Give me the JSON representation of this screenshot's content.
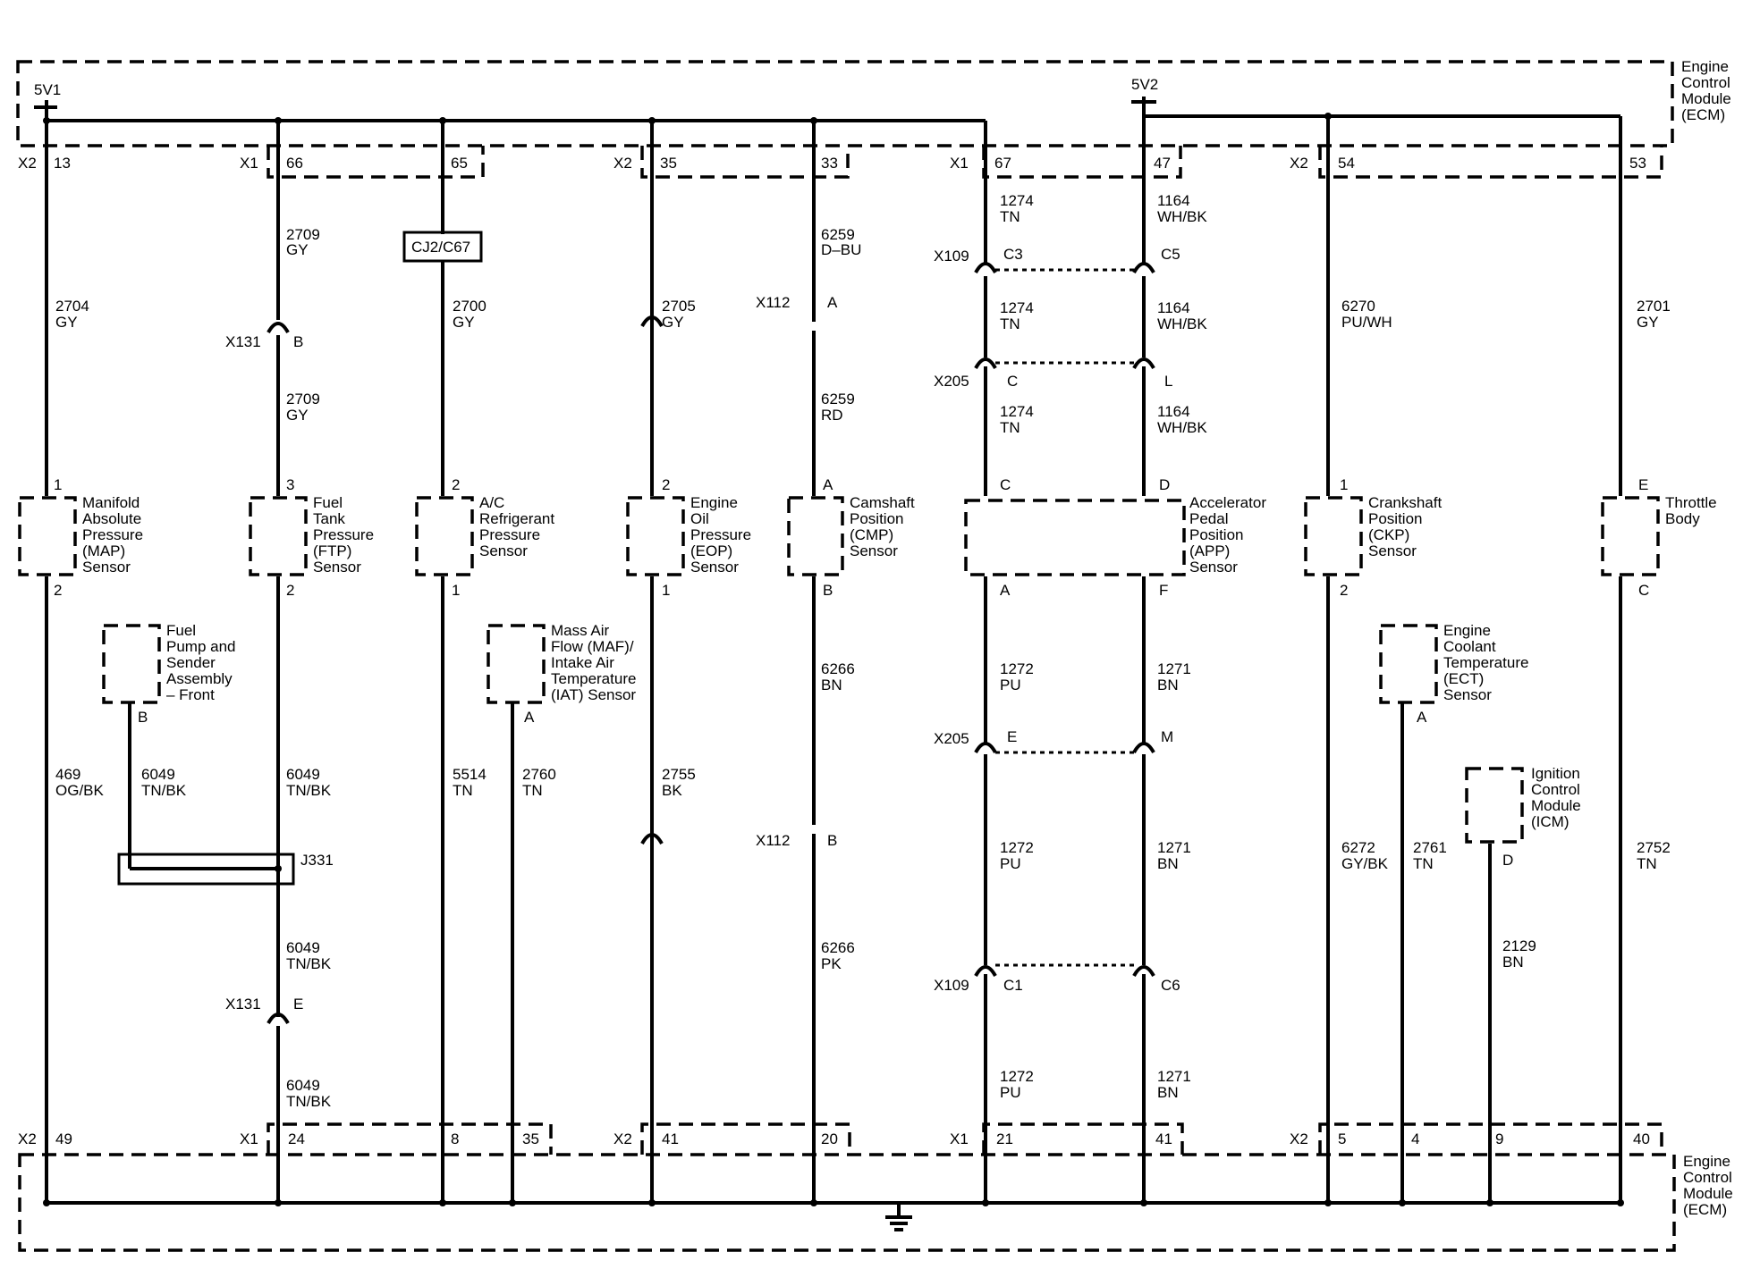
{
  "ecm": {
    "label_top": [
      "Engine",
      "Control",
      "Module",
      "(ECM)"
    ],
    "label_bottom": [
      "Engine",
      "Control",
      "Module",
      "(ECM)"
    ]
  },
  "supplies": {
    "v1": "5V1",
    "v2": "5V2"
  },
  "top_pins": [
    {
      "conn": "X2",
      "pin": "13"
    },
    {
      "conn": "X1",
      "pin": "66"
    },
    {
      "conn": "",
      "pin": "65"
    },
    {
      "conn": "X2",
      "pin": "35"
    },
    {
      "conn": "",
      "pin": "33"
    },
    {
      "conn": "X1",
      "pin": "67"
    },
    {
      "conn": "",
      "pin": "47"
    },
    {
      "conn": "X2",
      "pin": "54"
    },
    {
      "conn": "",
      "pin": "53"
    }
  ],
  "bottom_pins": [
    {
      "conn": "X2",
      "pin": "49"
    },
    {
      "conn": "X1",
      "pin": "24"
    },
    {
      "conn": "",
      "pin": "8"
    },
    {
      "conn": "",
      "pin": "35"
    },
    {
      "conn": "X2",
      "pin": "41"
    },
    {
      "conn": "",
      "pin": "20"
    },
    {
      "conn": "X1",
      "pin": "21"
    },
    {
      "conn": "",
      "pin": "41"
    },
    {
      "conn": "X2",
      "pin": "5"
    },
    {
      "conn": "",
      "pin": "4"
    },
    {
      "conn": "",
      "pin": "9"
    },
    {
      "conn": "",
      "pin": "40"
    }
  ],
  "wires": [
    {
      "num": "2704",
      "color": "GY"
    },
    {
      "num": "2709",
      "color": "GY"
    },
    {
      "num": "2709",
      "color": "GY"
    },
    {
      "num": "2700",
      "color": "GY"
    },
    {
      "num": "2705",
      "color": "GY"
    },
    {
      "num": "6259",
      "color": "D–BU"
    },
    {
      "num": "6259",
      "color": "RD"
    },
    {
      "num": "1274",
      "color": "TN"
    },
    {
      "num": "1274",
      "color": "TN"
    },
    {
      "num": "1274",
      "color": "TN"
    },
    {
      "num": "1164",
      "color": "WH/BK"
    },
    {
      "num": "1164",
      "color": "WH/BK"
    },
    {
      "num": "1164",
      "color": "WH/BK"
    },
    {
      "num": "6270",
      "color": "PU/WH"
    },
    {
      "num": "2701",
      "color": "GY"
    },
    {
      "num": "469",
      "color": "OG/BK"
    },
    {
      "num": "6049",
      "color": "TN/BK"
    },
    {
      "num": "6049",
      "color": "TN/BK"
    },
    {
      "num": "6049",
      "color": "TN/BK"
    },
    {
      "num": "6049",
      "color": "TN/BK"
    },
    {
      "num": "5514",
      "color": "TN"
    },
    {
      "num": "2760",
      "color": "TN"
    },
    {
      "num": "2755",
      "color": "BK"
    },
    {
      "num": "6266",
      "color": "BN"
    },
    {
      "num": "6266",
      "color": "PK"
    },
    {
      "num": "1272",
      "color": "PU"
    },
    {
      "num": "1272",
      "color": "PU"
    },
    {
      "num": "1272",
      "color": "PU"
    },
    {
      "num": "1271",
      "color": "BN"
    },
    {
      "num": "1271",
      "color": "BN"
    },
    {
      "num": "1271",
      "color": "BN"
    },
    {
      "num": "6272",
      "color": "GY/BK"
    },
    {
      "num": "2761",
      "color": "TN"
    },
    {
      "num": "2129",
      "color": "BN"
    },
    {
      "num": "2752",
      "color": "TN"
    }
  ],
  "components": [
    {
      "name": [
        "Manifold",
        "Absolute",
        "Pressure",
        "(MAP)",
        "Sensor"
      ],
      "pin_top": "1",
      "pin_bottom": "2"
    },
    {
      "name": [
        "Fuel",
        "Tank",
        "Pressure",
        "(FTP)",
        "Sensor"
      ],
      "pin_top": "3",
      "pin_bottom": "2"
    },
    {
      "name": [
        "A/C",
        "Refrigerant",
        "Pressure",
        "Sensor"
      ],
      "pin_top": "2",
      "pin_bottom": "1"
    },
    {
      "name": [
        "Engine",
        "Oil",
        "Pressure",
        "(EOP)",
        "Sensor"
      ],
      "pin_top": "2",
      "pin_bottom": "1"
    },
    {
      "name": [
        "Camshaft",
        "Position",
        "(CMP)",
        "Sensor"
      ],
      "pin_top": "A",
      "pin_bottom": "B"
    },
    {
      "name": [
        "Accelerator",
        "Pedal",
        "Position",
        "(APP)",
        "Sensor"
      ],
      "pins_top": [
        "C",
        "D"
      ],
      "pins_bottom": [
        "A",
        "F"
      ]
    },
    {
      "name": [
        "Crankshaft",
        "Position",
        "(CKP)",
        "Sensor"
      ],
      "pin_top": "1",
      "pin_bottom": "2"
    },
    {
      "name": [
        "Throttle",
        "Body"
      ],
      "pin_top": "E",
      "pin_bottom": "C"
    },
    {
      "name": [
        "Fuel",
        "Pump and",
        "Sender",
        "Assembly",
        "– Front"
      ],
      "pin": "B"
    },
    {
      "name": [
        "Mass Air",
        "Flow (MAF)/",
        "Intake Air",
        "Temperature",
        "(IAT) Sensor"
      ],
      "pin": "A"
    },
    {
      "name": [
        "Engine",
        "Coolant",
        "Temperature",
        "(ECT)",
        "Sensor"
      ],
      "pin": "A"
    },
    {
      "name": [
        "Ignition",
        "Control",
        "Module",
        "(ICM)"
      ],
      "pin": "D"
    }
  ],
  "connectors": {
    "x131_top": {
      "id": "X131",
      "pin": "B"
    },
    "x131_bot": {
      "id": "X131",
      "pin": "E"
    },
    "x112_top": {
      "id": "X112",
      "pin": "A"
    },
    "x112_bot": {
      "id": "X112",
      "pin": "B"
    },
    "x109_top": {
      "id": "X109",
      "pins": [
        "C3",
        "C5"
      ]
    },
    "x205_top": {
      "id": "X205",
      "pins": [
        "C",
        "L"
      ]
    },
    "x205_bot": {
      "id": "X205",
      "pins": [
        "E",
        "M"
      ]
    },
    "x109_bot": {
      "id": "X109",
      "pins": [
        "C1",
        "C6"
      ]
    },
    "splice_cj2": "CJ2/C67",
    "splice_j331": "J331"
  }
}
